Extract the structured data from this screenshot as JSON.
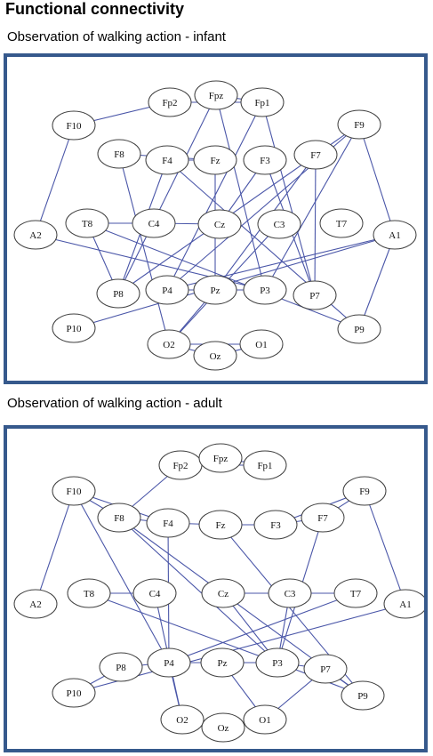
{
  "heading": "Functional connectivity",
  "colors": {
    "frame": "#36598c",
    "edge": "#4a56a8",
    "node_stroke": "#404040"
  },
  "graphs": [
    {
      "title": "Observation of walking action - infant",
      "nodes": [
        "Fp2",
        "Fpz",
        "Fp1",
        "F10",
        "F9",
        "F8",
        "F4",
        "Fz",
        "F3",
        "F7",
        "T8",
        "C4",
        "Cz",
        "C3",
        "T7",
        "A2",
        "A1",
        "P8",
        "P4",
        "Pz",
        "P3",
        "P7",
        "P10",
        "P9",
        "O2",
        "Oz",
        "O1"
      ],
      "edges": [
        [
          "Fp2",
          "F10"
        ],
        [
          "Fp2",
          "Fp1"
        ],
        [
          "Fpz",
          "Fp1"
        ],
        [
          "Fpz",
          "P8"
        ],
        [
          "Fpz",
          "P3"
        ],
        [
          "Fp1",
          "P7"
        ],
        [
          "Fp1",
          "P4"
        ],
        [
          "F10",
          "A2"
        ],
        [
          "F8",
          "Fz"
        ],
        [
          "F8",
          "O2"
        ],
        [
          "F4",
          "Fz"
        ],
        [
          "F4",
          "P9"
        ],
        [
          "F4",
          "P8"
        ],
        [
          "F3",
          "Cz"
        ],
        [
          "F3",
          "P7"
        ],
        [
          "F7",
          "P7"
        ],
        [
          "F7",
          "Pz"
        ],
        [
          "F9",
          "A1"
        ],
        [
          "F9",
          "P8"
        ],
        [
          "F9",
          "P4"
        ],
        [
          "F9",
          "P3"
        ],
        [
          "T8",
          "C4"
        ],
        [
          "T8",
          "P8"
        ],
        [
          "T8",
          "P9"
        ],
        [
          "C4",
          "Cz"
        ],
        [
          "A2",
          "P3"
        ],
        [
          "A1",
          "P9"
        ],
        [
          "A1",
          "P4"
        ],
        [
          "P4",
          "Pz"
        ],
        [
          "P4",
          "P3"
        ],
        [
          "Pz",
          "O2"
        ],
        [
          "Pz",
          "Fz"
        ],
        [
          "P10",
          "A1"
        ],
        [
          "O2",
          "O1"
        ],
        [
          "O2",
          "Oz"
        ],
        [
          "Oz",
          "O1"
        ],
        [
          "C3",
          "O2"
        ]
      ]
    },
    {
      "title": "Observation of walking action - adult",
      "nodes": [
        "Fp2",
        "Fpz",
        "Fp1",
        "F10",
        "F9",
        "F8",
        "F4",
        "Fz",
        "F3",
        "F7",
        "T8",
        "C4",
        "Cz",
        "C3",
        "T7",
        "A2",
        "A1",
        "P8",
        "P4",
        "Pz",
        "P3",
        "P7",
        "P10",
        "P9",
        "O2",
        "Oz",
        "O1"
      ],
      "edges": [
        [
          "Fp2",
          "Fpz"
        ],
        [
          "Fpz",
          "Fp1"
        ],
        [
          "Fp2",
          "Fp1"
        ],
        [
          "Fp2",
          "F8"
        ],
        [
          "F10",
          "F8"
        ],
        [
          "F10",
          "A2"
        ],
        [
          "F10",
          "P4"
        ],
        [
          "F10",
          "F4"
        ],
        [
          "F8",
          "F4"
        ],
        [
          "F8",
          "P3"
        ],
        [
          "F8",
          "P9"
        ],
        [
          "F4",
          "Fz"
        ],
        [
          "F4",
          "P4"
        ],
        [
          "Fz",
          "F3"
        ],
        [
          "Fz",
          "P9"
        ],
        [
          "F3",
          "F7"
        ],
        [
          "F3",
          "F9"
        ],
        [
          "F9",
          "F7"
        ],
        [
          "F9",
          "A1"
        ],
        [
          "F7",
          "P3"
        ],
        [
          "T8",
          "C4"
        ],
        [
          "T8",
          "P3"
        ],
        [
          "C4",
          "O2"
        ],
        [
          "Cz",
          "C3"
        ],
        [
          "Cz",
          "P3"
        ],
        [
          "C3",
          "T7"
        ],
        [
          "C3",
          "P3"
        ],
        [
          "T7",
          "P4"
        ],
        [
          "A1",
          "P10"
        ],
        [
          "P8",
          "P4"
        ],
        [
          "P8",
          "P10"
        ],
        [
          "P4",
          "O2"
        ],
        [
          "P4",
          "P3"
        ],
        [
          "Pz",
          "O1"
        ],
        [
          "P3",
          "P7"
        ],
        [
          "P3",
          "P9"
        ],
        [
          "P7",
          "O1"
        ],
        [
          "P7",
          "P9"
        ],
        [
          "O2",
          "Oz"
        ],
        [
          "Oz",
          "O1"
        ]
      ]
    }
  ]
}
